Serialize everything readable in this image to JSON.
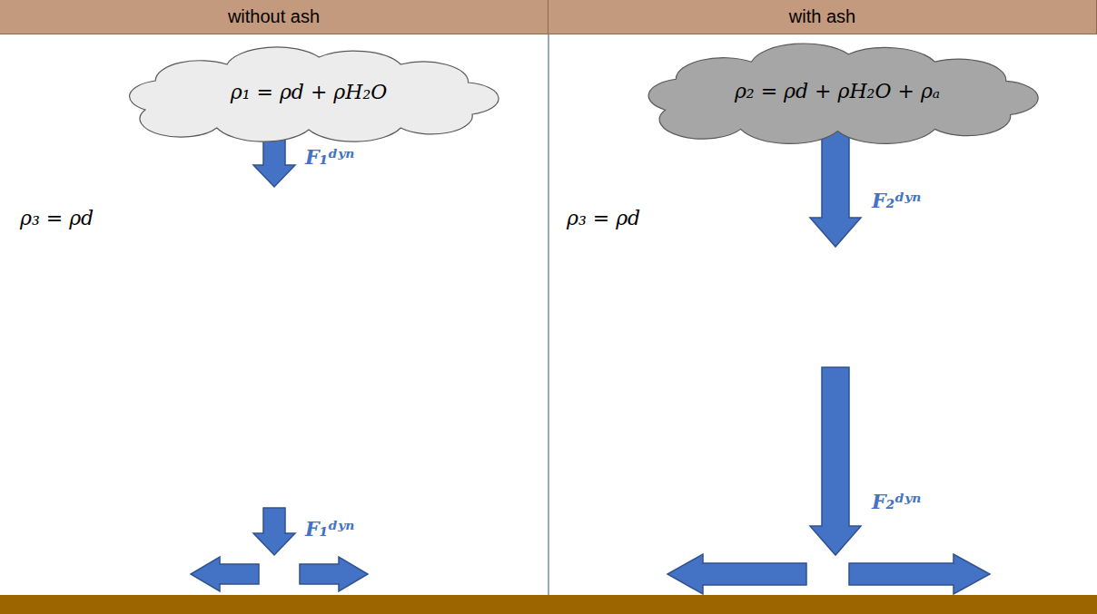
{
  "diagram": {
    "nodes": [
      {
        "text": [
          "without ash"
        ]
      },
      {
        "text": [
          "with ash"
        ]
      },
      {
        "text": [
          "ρ₁ = ρd + ρH₂O"
        ]
      },
      {
        "text": [
          "ρ₂ = ρd + ρH₂O + ρₐ"
        ]
      }
    ],
    "labels": [
      "F₁ᵈʸⁿ",
      "ρ₃ = ρd",
      "F₁ᵈʸⁿ",
      "F₂ᵈʸⁿ",
      "ρ₃ = ρd",
      "F₂ᵈʸⁿ"
    ]
  }
}
